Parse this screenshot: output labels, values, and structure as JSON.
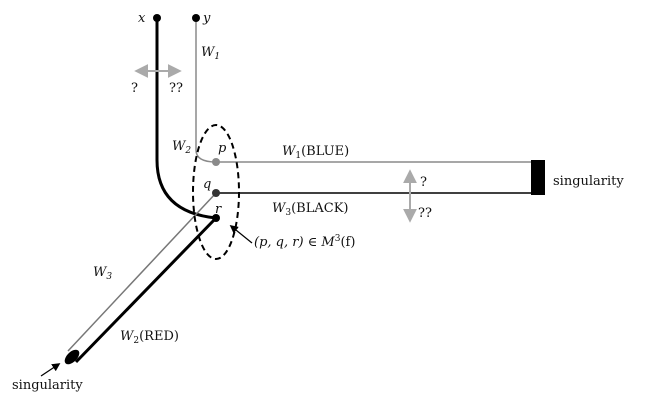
{
  "labels": {
    "x": "x",
    "y": "y",
    "w1_top": "W",
    "w1_top_sub": "1",
    "question": "?",
    "double_question": "??",
    "w2_left": "W",
    "w2_left_sub": "2",
    "p": "p",
    "q": "q",
    "r": "r",
    "w1_blue_main": "W",
    "w1_blue_sub": "1",
    "w1_blue_text": "(BLUE)",
    "w3_black_main": "W",
    "w3_black_sub": "3",
    "w3_black_text": "(BLACK)",
    "right_question": "?",
    "right_double_question": "??",
    "singularity_right": "singularity",
    "triple": "(p, q, r) ∈ M",
    "triple_sup": "3",
    "triple_tail": "(f)",
    "w3_diag_main": "W",
    "w3_diag_sub": "3",
    "w2_red_main": "W",
    "w2_red_sub": "2",
    "w2_red_text": "(RED)",
    "singularity_bottom": "singularity"
  },
  "colors": {
    "black": "#000000",
    "gray": "#9a9a9a",
    "arrow_gray": "#aaaaaa"
  }
}
